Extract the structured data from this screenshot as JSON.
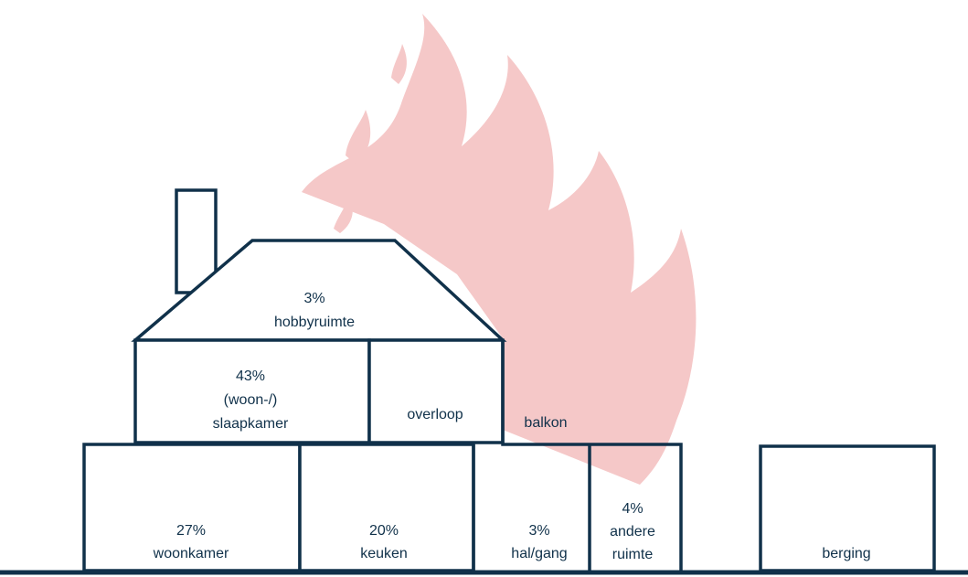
{
  "colors": {
    "outline": "#10314a",
    "text": "#10314a",
    "flame": "#f5c8c8",
    "background": "#ffffff"
  },
  "rooms": {
    "hobbyruimte": {
      "pct": "3%",
      "name": "hobbyruimte"
    },
    "slaapkamer": {
      "pct": "43%",
      "name_1": "(woon-/)",
      "name_2": "slaapkamer"
    },
    "overloop": {
      "name": "overloop"
    },
    "balkon": {
      "name": "balkon"
    },
    "woonkamer": {
      "pct": "27%",
      "name": "woonkamer"
    },
    "keuken": {
      "pct": "20%",
      "name": "keuken"
    },
    "halgang": {
      "pct": "3%",
      "name": "hal/gang"
    },
    "andere": {
      "pct": "4%",
      "name_1": "andere",
      "name_2": "ruimte"
    },
    "berging": {
      "name": "berging"
    }
  }
}
